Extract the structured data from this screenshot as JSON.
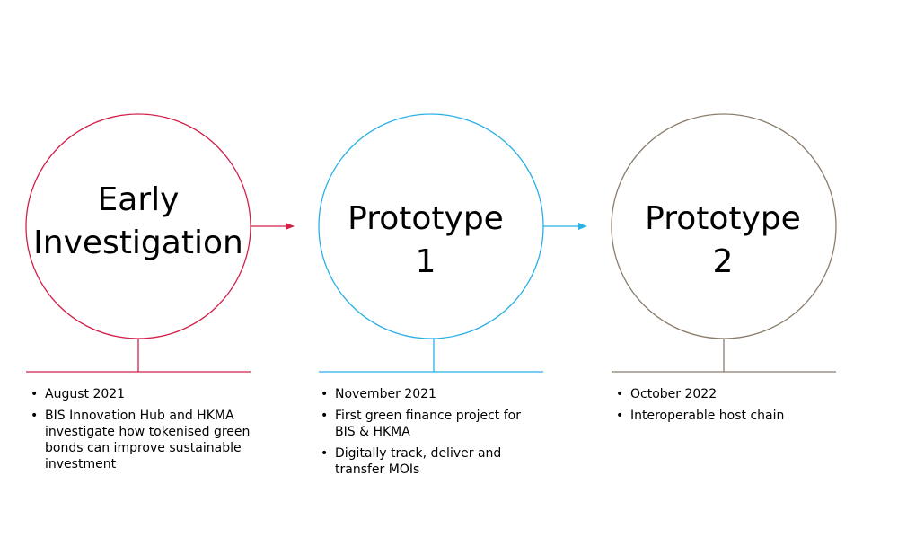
{
  "colors": {
    "stage1": "#d2204a",
    "stage2": "#29b1e6",
    "stage3": "#8b7d6e",
    "text": "#000000"
  },
  "stages": [
    {
      "title_lines": [
        "Early",
        "Investigation"
      ],
      "bullets": [
        "August 2021",
        "BIS Innovation Hub and HKMA investigate how tokenised green bonds can improve sustainable investment"
      ]
    },
    {
      "title_lines": [
        "Prototype",
        "1"
      ],
      "bullets": [
        "November 2021",
        "First green finance project for BIS & HKMA",
        "Digitally track, deliver and transfer MOIs"
      ]
    },
    {
      "title_lines": [
        "Prototype",
        "2"
      ],
      "bullets": [
        "October 2022",
        "Interoperable host chain"
      ]
    }
  ]
}
